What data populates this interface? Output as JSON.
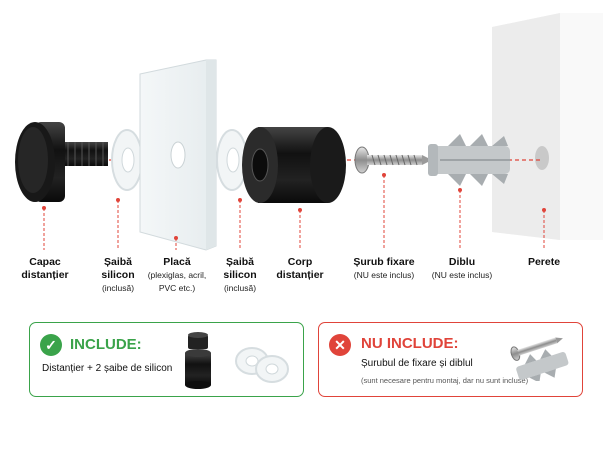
{
  "labels": {
    "cap": {
      "title1": "Capac",
      "title2": "distanțier",
      "sub": ""
    },
    "washer1": {
      "title1": "Șaibă",
      "title2": "silicon",
      "sub": "(inclusă)"
    },
    "plate": {
      "title1": "Placă",
      "sub1": "(plexiglas, acril,",
      "sub2": "PVC etc.)"
    },
    "washer2": {
      "title1": "Șaibă",
      "title2": "silicon",
      "sub": "(inclusă)"
    },
    "body": {
      "title1": "Corp",
      "title2": "distanțier"
    },
    "screw": {
      "title1": "Șurub fixare",
      "sub": "(NU este inclus)"
    },
    "dowel": {
      "title1": "Diblu",
      "sub": "(NU este inclus)"
    },
    "wall": {
      "title1": "Perete"
    }
  },
  "include_box": {
    "icon": "check-icon",
    "title": "INCLUDE:",
    "description": "Distanțier + 2 șaibe de silicon",
    "color": "#3aa34a"
  },
  "exclude_box": {
    "icon": "x-icon",
    "title": "NU INCLUDE:",
    "description": "Șurubul de fixare și diblul",
    "note": "(sunt necesare pentru montaj, dar nu sunt incluse)",
    "color": "#e0443a"
  }
}
